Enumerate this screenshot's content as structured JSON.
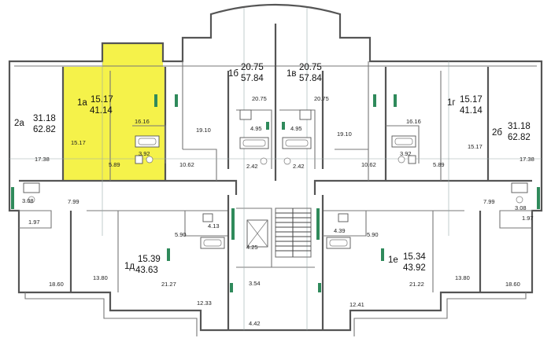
{
  "highlight_color": "#f5f24a",
  "apartments": [
    {
      "id": "2a",
      "living": "31.18",
      "total": "62.82"
    },
    {
      "id": "1a",
      "living": "15.17",
      "total": "41.14"
    },
    {
      "id": "1б",
      "living": "20.75",
      "total": "57.84"
    },
    {
      "id": "1в",
      "living": "20.75",
      "total": "57.84"
    },
    {
      "id": "1г",
      "living": "15.17",
      "total": "41.14"
    },
    {
      "id": "2б",
      "living": "31.18",
      "total": "62.82"
    },
    {
      "id": "1д",
      "living": "15.39",
      "total": "43.63"
    },
    {
      "id": "1е",
      "living": "15.34",
      "total": "43.92"
    }
  ],
  "room_areas": [
    "17.38",
    "15.17",
    "16.16",
    "5.89",
    "3.92",
    "19.10",
    "10.62",
    "20.75",
    "4.95",
    "2.42",
    "20.75",
    "4.95",
    "2.42",
    "19.10",
    "10.62",
    "16.16",
    "15.17",
    "3.92",
    "5.89",
    "17.38",
    "3.08",
    "7.99",
    "1.97",
    "18.60",
    "13.80",
    "5.90",
    "4.13",
    "21.27",
    "12.33",
    "4.25",
    "3.54",
    "4.42",
    "4.39",
    "5.90",
    "21.22",
    "12.41",
    "7.99",
    "3.08",
    "1.97",
    "13.80",
    "18.60"
  ]
}
